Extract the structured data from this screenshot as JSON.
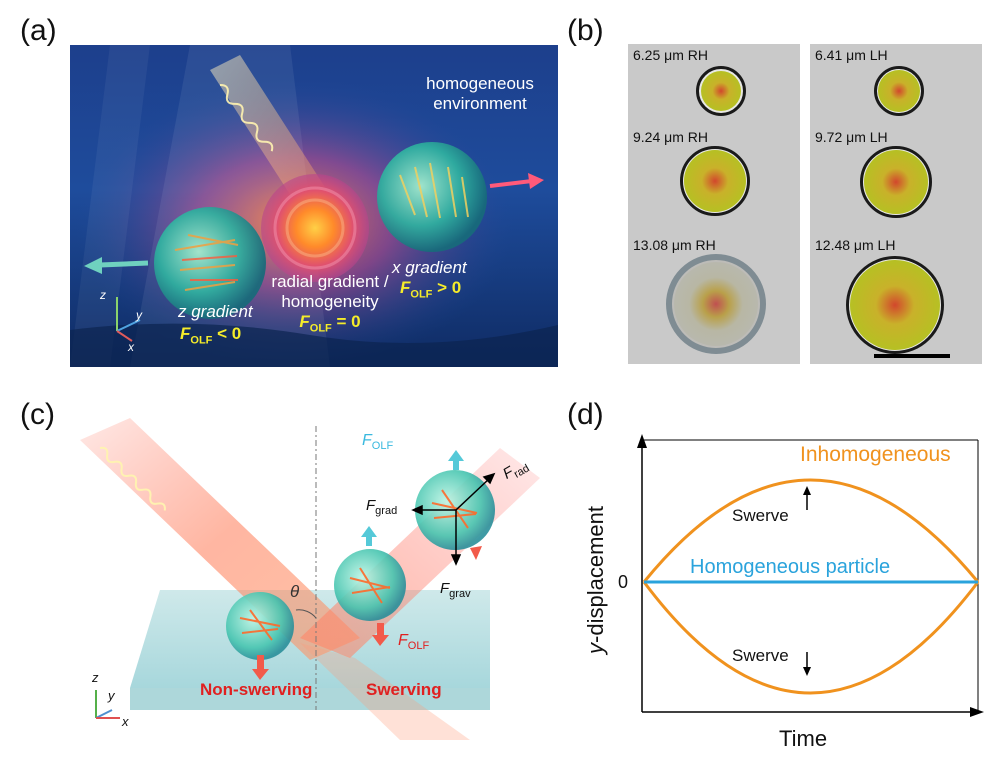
{
  "panels": {
    "a": {
      "label": "(a)",
      "env_line1": "homogeneous",
      "env_line2": "environment",
      "z_gradient": "z gradient",
      "x_gradient": "x gradient",
      "radial_line1": "radial gradient /",
      "radial_line2": "homogeneity",
      "f_neg_main": "F",
      "f_sub": "OLF",
      "f_neg_rel": " < 0",
      "f_zero_rel": " = 0",
      "f_pos_rel": " > 0",
      "axis_z": "z",
      "axis_y": "y",
      "axis_x": "x"
    },
    "b": {
      "label": "(b)",
      "images": [
        {
          "caption": "6.25 μm  RH"
        },
        {
          "caption": "6.41 μm  LH"
        },
        {
          "caption": "9.24 μm  RH"
        },
        {
          "caption": "9.72 μm  LH"
        },
        {
          "caption": "13.08 μm  RH"
        },
        {
          "caption": "12.48 μm  LH"
        }
      ]
    },
    "c": {
      "label": "(c)",
      "f_olf_top": "F",
      "f_olf_sub": "OLF",
      "f_grad": "F",
      "f_grad_sub": "grad",
      "f_rad": "F",
      "f_rad_sub": "rad",
      "f_grav": "F",
      "f_grav_sub": "grav",
      "theta": "θ",
      "f_olf_bottom": "F",
      "non_swerving": "Non-swerving",
      "swerving": "Swerving",
      "axis_z": "z",
      "axis_y": "y",
      "axis_x": "x"
    },
    "d": {
      "label": "(d)",
      "inhomogeneous": "Inhomogeneous",
      "homogeneous": "Homogeneous particle",
      "swerve_top": "Swerve",
      "swerve_bottom": "Swerve",
      "ylabel_italic": "y",
      "ylabel_rest": "-displacement",
      "xlabel": "Time",
      "zero": "0"
    }
  },
  "colors": {
    "inhomogeneous": "#f0921e",
    "homogeneous": "#2aa3dc",
    "f_yellow": "#f5ec2a",
    "swerve_red": "#e02020",
    "f_olf_cyan": "#39b9df"
  }
}
